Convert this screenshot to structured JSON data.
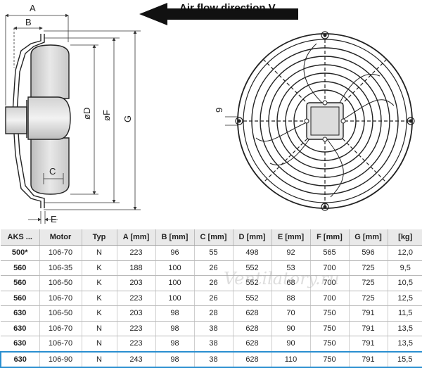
{
  "header": {
    "airflow_label": "Air flow direction V"
  },
  "dimensions": {
    "a": "A",
    "b": "B",
    "c": "C",
    "d": "øD",
    "e": "E",
    "f": "øF",
    "g": "G",
    "slot": "9"
  },
  "table": {
    "columns": [
      "AKS ...",
      "Motor",
      "Typ",
      "A [mm]",
      "B [mm]",
      "C [mm]",
      "D [mm]",
      "E [mm]",
      "F [mm]",
      "G [mm]",
      "[kg]"
    ],
    "rows": [
      [
        "500*",
        "106-70",
        "N",
        "223",
        "96",
        "55",
        "498",
        "92",
        "565",
        "596",
        "12,0"
      ],
      [
        "560",
        "106-35",
        "K",
        "188",
        "100",
        "26",
        "552",
        "53",
        "700",
        "725",
        "9,5"
      ],
      [
        "560",
        "106-50",
        "K",
        "203",
        "100",
        "26",
        "552",
        "68",
        "700",
        "725",
        "10,5"
      ],
      [
        "560",
        "106-70",
        "K",
        "223",
        "100",
        "26",
        "552",
        "88",
        "700",
        "725",
        "12,5"
      ],
      [
        "630",
        "106-50",
        "K",
        "203",
        "98",
        "28",
        "628",
        "70",
        "750",
        "791",
        "11,5"
      ],
      [
        "630",
        "106-70",
        "N",
        "223",
        "98",
        "38",
        "628",
        "90",
        "750",
        "791",
        "13,5"
      ],
      [
        "630",
        "106-70",
        "N",
        "223",
        "98",
        "38",
        "628",
        "90",
        "750",
        "791",
        "13,5"
      ],
      [
        "630",
        "106-90",
        "N",
        "243",
        "98",
        "38",
        "628",
        "110",
        "750",
        "791",
        "15,5"
      ]
    ],
    "highlight_row": 7,
    "highlight_color": "#2a8fd0"
  },
  "watermark": "Ventilatory.ru"
}
